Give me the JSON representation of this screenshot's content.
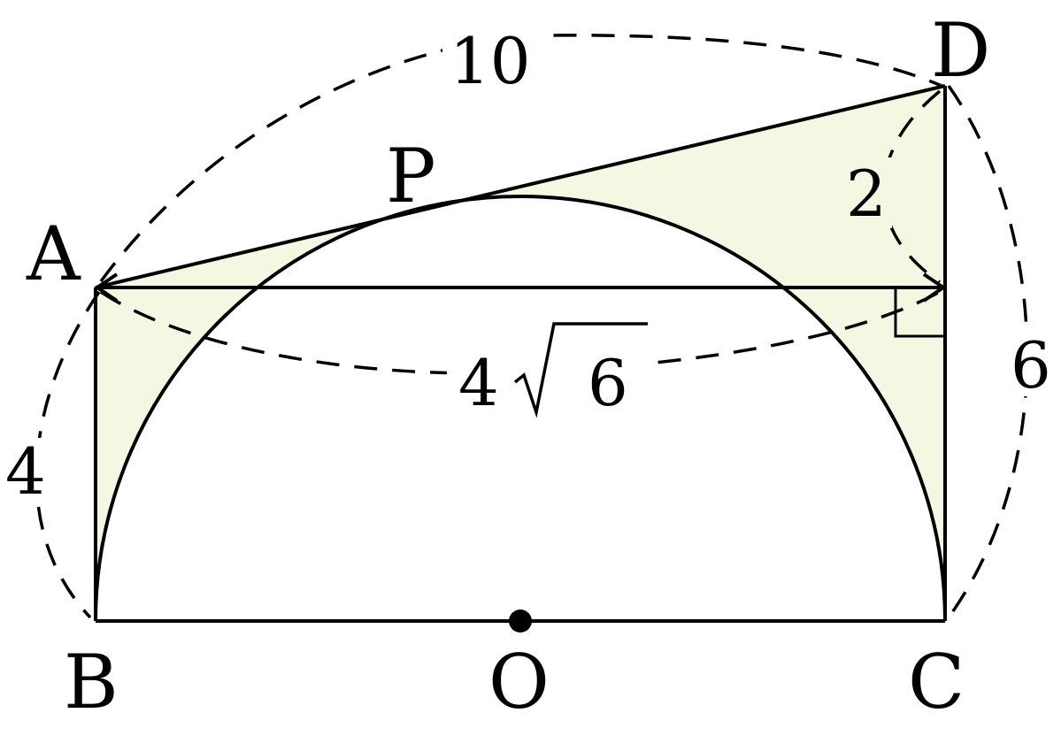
{
  "points": {
    "A": "A",
    "B": "B",
    "C": "C",
    "D": "D",
    "O": "O",
    "P": "P"
  },
  "lengths": {
    "AD": "10",
    "AB": "4",
    "CD": "6",
    "D_to_foot": "2",
    "AH_coef": "4",
    "AH_radicand": "6"
  },
  "colors": {
    "shade": "#f4f8e3",
    "stroke": "#000000"
  }
}
